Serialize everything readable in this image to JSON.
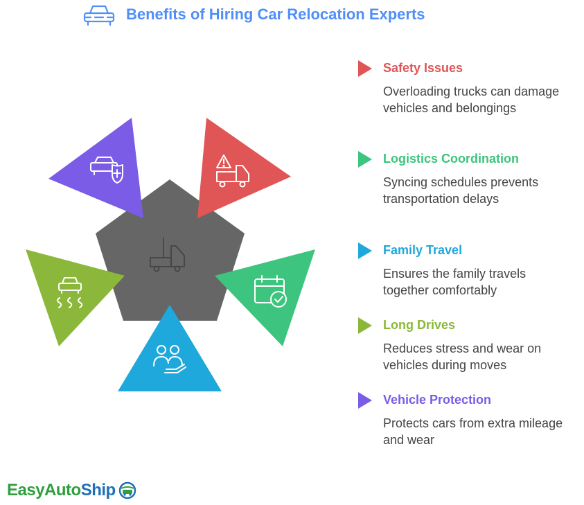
{
  "title": "Benefits of Hiring Car Relocation Experts",
  "center_icon": "truck-icon",
  "items": [
    {
      "label": "Safety Issues",
      "desc": "Overloading trucks can damage vehicles and belongings",
      "color": "#e05555",
      "icon": "warning-truck-icon"
    },
    {
      "label": "Logistics Coordination",
      "desc": "Syncing schedules prevents transportation delays",
      "color": "#3dc47e",
      "icon": "calendar-check-icon"
    },
    {
      "label": "Family Travel",
      "desc": "Ensures the family travels together comfortably",
      "color": "#1fa8dc",
      "icon": "family-hand-icon"
    },
    {
      "label": "Long Drives",
      "desc": "Reduces stress and wear on vehicles during moves",
      "color": "#8bb83a",
      "icon": "car-road-icon"
    },
    {
      "label": "Vehicle Protection",
      "desc": "Protects cars from extra mileage and wear",
      "color": "#7a5ce6",
      "icon": "car-shield-icon"
    }
  ],
  "brand": {
    "part1": "EasyAuto",
    "part2": "Ship"
  }
}
